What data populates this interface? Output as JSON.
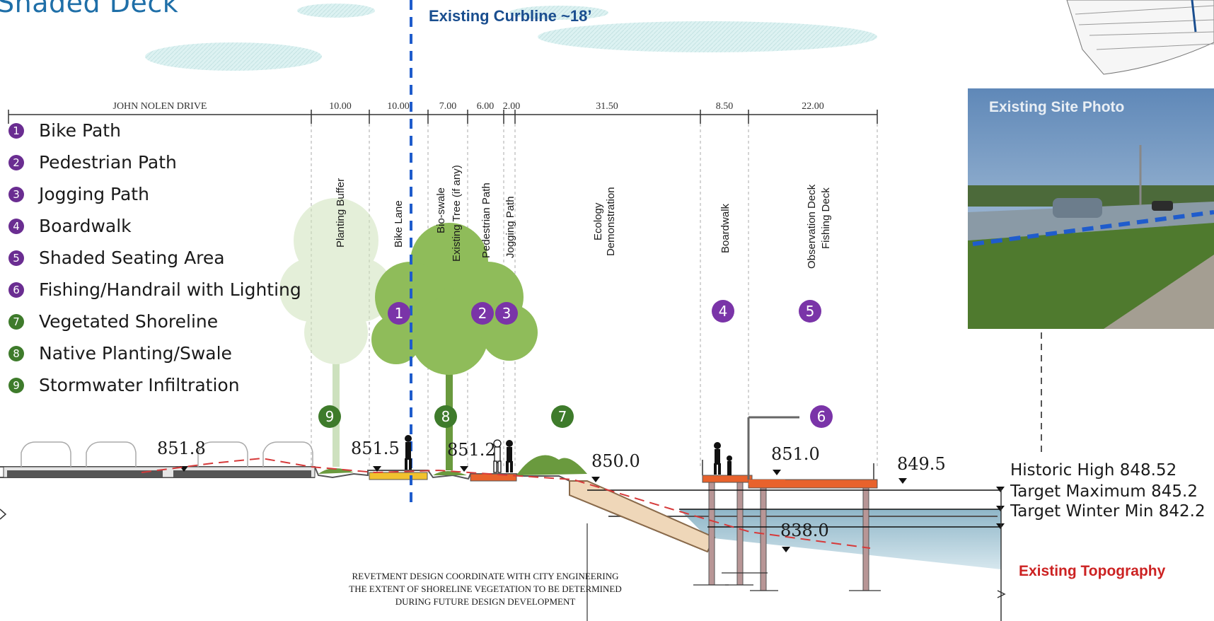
{
  "title": "Shaded Deck",
  "curbline_label": "Existing Curbline ~18’",
  "site_photo_label": "Existing Site Photo",
  "legend": [
    {
      "num": "1",
      "label": "Bike Path",
      "color": "#6a2d91"
    },
    {
      "num": "2",
      "label": "Pedestrian Path",
      "color": "#6a2d91"
    },
    {
      "num": "3",
      "label": "Jogging Path",
      "color": "#6a2d91"
    },
    {
      "num": "4",
      "label": "Boardwalk",
      "color": "#6a2d91"
    },
    {
      "num": "5",
      "label": "Shaded Seating Area",
      "color": "#6a2d91"
    },
    {
      "num": "6",
      "label": "Fishing/Handrail with Lighting",
      "color": "#6a2d91"
    },
    {
      "num": "7",
      "label": "Vegetated Shoreline",
      "color": "#3e7b2b"
    },
    {
      "num": "8",
      "label": "Native Planting/Swale",
      "color": "#3e7b2b"
    },
    {
      "num": "9",
      "label": "Stormwater Infiltration",
      "color": "#3e7b2b"
    }
  ],
  "dimensions": [
    "JOHN NOLEN DRIVE",
    "10.00",
    "10.00",
    "7.00",
    "6.00",
    "2.00",
    "31.50",
    "8.50",
    "22.00"
  ],
  "zones": [
    "Planting Buffer",
    "Bike Lane",
    "Bio-swale",
    "Existing Tree (if any)",
    "Pedestrian Path",
    "Jogging Path",
    "Ecology",
    "Demonstration",
    "Boardwalk",
    "Observation Deck",
    "Fishing Deck"
  ],
  "markers": [
    "1",
    "2",
    "3",
    "4",
    "5",
    "9",
    "8",
    "7",
    "6"
  ],
  "elevations": [
    "851.8",
    "851.5",
    "851.2",
    "850.0",
    "851.0",
    "849.5",
    "838.0"
  ],
  "water_levels": [
    "Historic High 848.52",
    "Target Maximum 845.2",
    "Target Winter Min 842.2"
  ],
  "existing_topography": "Existing Topography",
  "note_lines": [
    "REVETMENT DESIGN COORDINATE WITH CITY ENGINEERING",
    "THE EXTENT OF SHORELINE VEGETATION TO BE DETERMINED",
    "DURING FUTURE DESIGN DEVELOPMENT"
  ],
  "colors": {
    "accent_purple": "#6a2d91",
    "accent_green": "#3e7b2b",
    "title_blue": "#1f6fa8",
    "curbline_blue": "#1a4e8f",
    "topography_red": "#cc2222",
    "deck_orange": "#e8622c"
  }
}
